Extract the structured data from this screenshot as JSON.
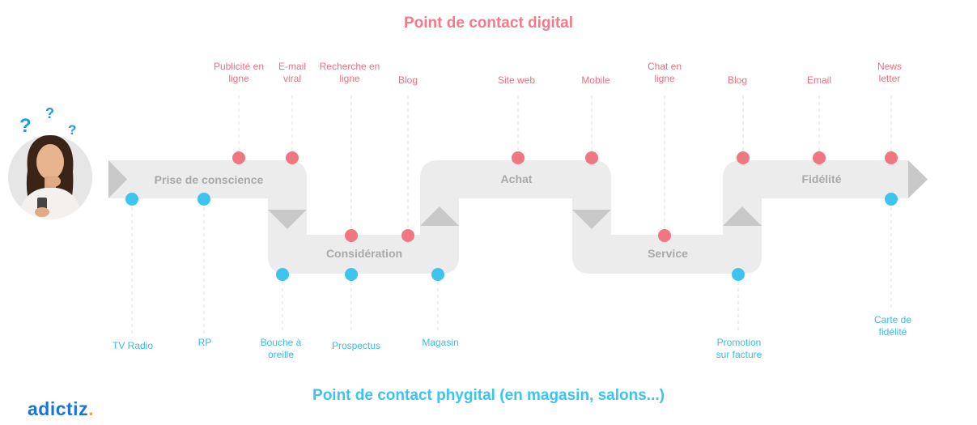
{
  "titles": {
    "digital": "Point de contact digital",
    "phygital": "Point de contact phygital (en magasin, salons...)"
  },
  "stages": [
    {
      "id": "prise",
      "label": "Prise de conscience"
    },
    {
      "id": "consideration",
      "label": "Considération"
    },
    {
      "id": "achat",
      "label": "Achat"
    },
    {
      "id": "service",
      "label": "Service"
    },
    {
      "id": "fidelite",
      "label": "Fidélité"
    }
  ],
  "digital_touchpoints": [
    "Publicité en ligne",
    "E-mail viral",
    "Recherche en ligne",
    "Blog",
    "Site web",
    "Mobile",
    "Chat en ligne",
    "Blog",
    "Email",
    "News letter"
  ],
  "phygital_touchpoints": [
    "TV Radio",
    "RP",
    "Bouche à oreille",
    "Prospectus",
    "Magasin",
    "Promotion sur facture",
    "Carte de fidélité"
  ],
  "question_marks": [
    "?",
    "?",
    "?"
  ],
  "brand": {
    "name": "adictiz",
    "dot": "."
  },
  "colors": {
    "digital": "#f07682",
    "phygital": "#3cc4ee",
    "path": "#ececec",
    "arrow": "#c8c8c8",
    "stage_text": "#a9a9a9"
  }
}
